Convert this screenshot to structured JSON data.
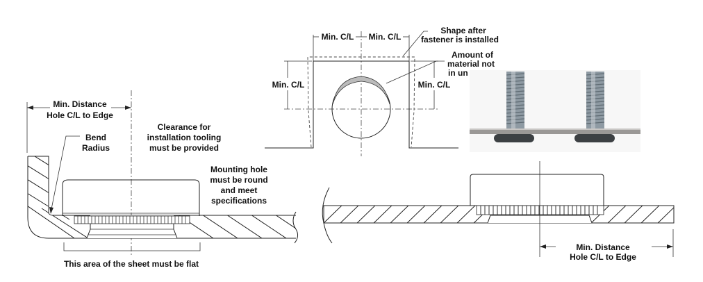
{
  "left_diagram": {
    "min_distance_label": [
      "Min. Distance",
      "Hole C/L to Edge"
    ],
    "bend_radius_label": [
      "Bend",
      "Radius"
    ],
    "clearance_label": [
      "Clearance for",
      "installation tooling",
      "must be provided"
    ],
    "mounting_hole_label": [
      "Mounting hole",
      "must be round",
      "and meet",
      "specifications"
    ],
    "flat_area_label": "This area of the sheet must be flat"
  },
  "top_diagram": {
    "min_cl_top_left": "Min. C/L",
    "min_cl_top_right": "Min. C/L",
    "min_cl_left": "Min. C/L",
    "min_cl_right": "Min. C/L",
    "shape_after_label": [
      "Shape after",
      "fastener is installed"
    ],
    "amount_material_label": [
      "Amount of",
      "material not",
      "in un"
    ]
  },
  "photo": {
    "description_icon": "fastener-photo",
    "colors": {
      "stud": "#8e9aa3",
      "sheet": "#9a9896",
      "head": "#3c4043"
    }
  },
  "right_diagram": {
    "min_distance_label": [
      "Min. Distance",
      "Hole C/L to Edge"
    ]
  }
}
